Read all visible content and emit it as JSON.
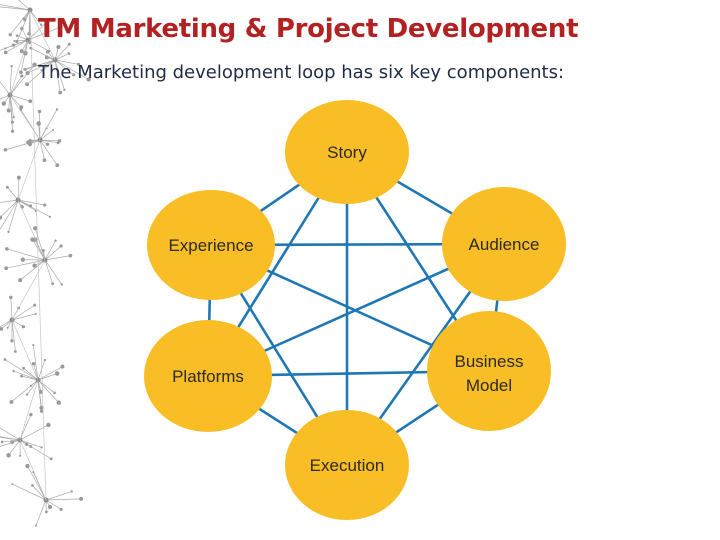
{
  "title": "TM Marketing & Project Development",
  "subtitle": "The Marketing development loop has six key components:",
  "diagram": {
    "nodes": [
      {
        "id": "story",
        "label": "Story"
      },
      {
        "id": "audience",
        "label": "Audience"
      },
      {
        "id": "business-model",
        "label": "Business Model",
        "lines": [
          "Business",
          "Model"
        ]
      },
      {
        "id": "execution",
        "label": "Execution"
      },
      {
        "id": "platforms",
        "label": "Platforms"
      },
      {
        "id": "experience",
        "label": "Experience"
      }
    ],
    "edges": [
      [
        "story",
        "audience"
      ],
      [
        "story",
        "experience"
      ],
      [
        "story",
        "business-model"
      ],
      [
        "story",
        "platforms"
      ],
      [
        "story",
        "execution"
      ],
      [
        "audience",
        "business-model"
      ],
      [
        "audience",
        "experience"
      ],
      [
        "audience",
        "platforms"
      ],
      [
        "audience",
        "execution"
      ],
      [
        "business-model",
        "execution"
      ],
      [
        "business-model",
        "platforms"
      ],
      [
        "business-model",
        "experience"
      ],
      [
        "execution",
        "platforms"
      ],
      [
        "execution",
        "experience"
      ],
      [
        "platforms",
        "experience"
      ]
    ],
    "colors": {
      "node_fill": "#f9bd25",
      "edge": "#1f77b4",
      "title": "#b22222"
    }
  }
}
